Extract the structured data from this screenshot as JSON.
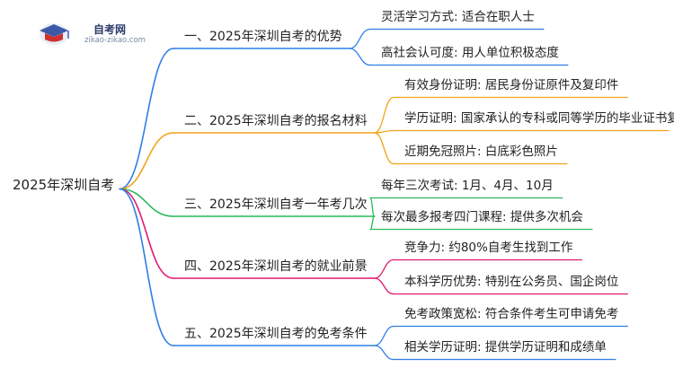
{
  "logo": {
    "title": "自考网",
    "url": "zikao-zikao.com"
  },
  "root": {
    "label": "2025年深圳自考"
  },
  "branches": [
    {
      "label": "一、2025年深圳自考的优势",
      "color": "#2f7ee6",
      "leaves": [
        "灵活学习方式: 适合在职人士",
        "高社会认可度: 用人单位积极态度"
      ]
    },
    {
      "label": "二、2025年深圳自考的报名材料",
      "color": "#f0a41a",
      "leaves": [
        "有效身份证明: 居民身份证原件及复印件",
        "学历证明: 国家承认的专科或同等学历的毕业证书复印件",
        "近期免冠照片: 白底彩色照片"
      ]
    },
    {
      "label": "三、2025年深圳自考一年考几次",
      "color": "#27b85a",
      "leaves": [
        "每年三次考试: 1月、4月、10月",
        "每次最多报考四门课程: 提供多次机会"
      ]
    },
    {
      "label": "四、2025年深圳自考的就业前景",
      "color": "#e0186f",
      "leaves": [
        "竞争力: 约80%自考生找到工作",
        "本科学历优势: 特别在公务员、国企岗位"
      ]
    },
    {
      "label": "五、2025年深圳自考的免考条件",
      "color": "#2f7ee6",
      "leaves": [
        "免考政策宽松: 符合条件考生可申请免考",
        "相关学历证明: 提供学历证明和成绩单"
      ]
    }
  ]
}
